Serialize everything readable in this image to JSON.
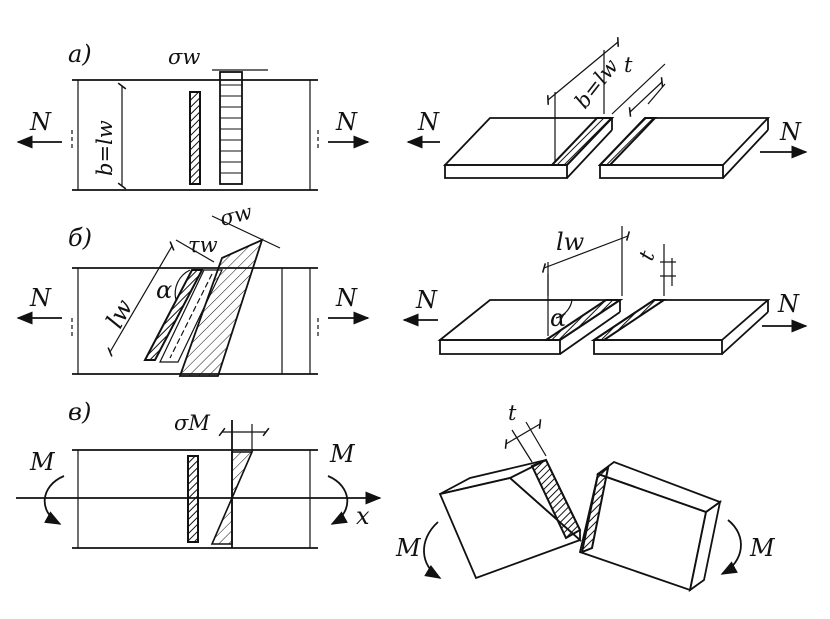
{
  "panels": {
    "a": {
      "marker": "а)",
      "force_left": "N",
      "force_right": "N",
      "stress_label": "σw",
      "length_label": "b=lw",
      "iso_length_label": "b=lw",
      "iso_thickness_label": "t",
      "iso_force_left": "N",
      "iso_force_right": "N"
    },
    "b": {
      "marker": "б)",
      "force_left": "N",
      "force_right": "N",
      "normal_stress_label": "σw",
      "shear_stress_label": "τw",
      "length_label": "lw",
      "angle_label": "α",
      "iso_length_label": "lw",
      "iso_thickness_label": "t",
      "iso_angle_label": "α",
      "iso_force_left": "N",
      "iso_force_right": "N"
    },
    "c": {
      "marker": "в)",
      "moment_left": "M",
      "moment_right": "M",
      "stress_label": "σM",
      "axis_label": "x",
      "iso_thickness_label": "t",
      "iso_moment_left": "M",
      "iso_moment_right": "M"
    }
  }
}
